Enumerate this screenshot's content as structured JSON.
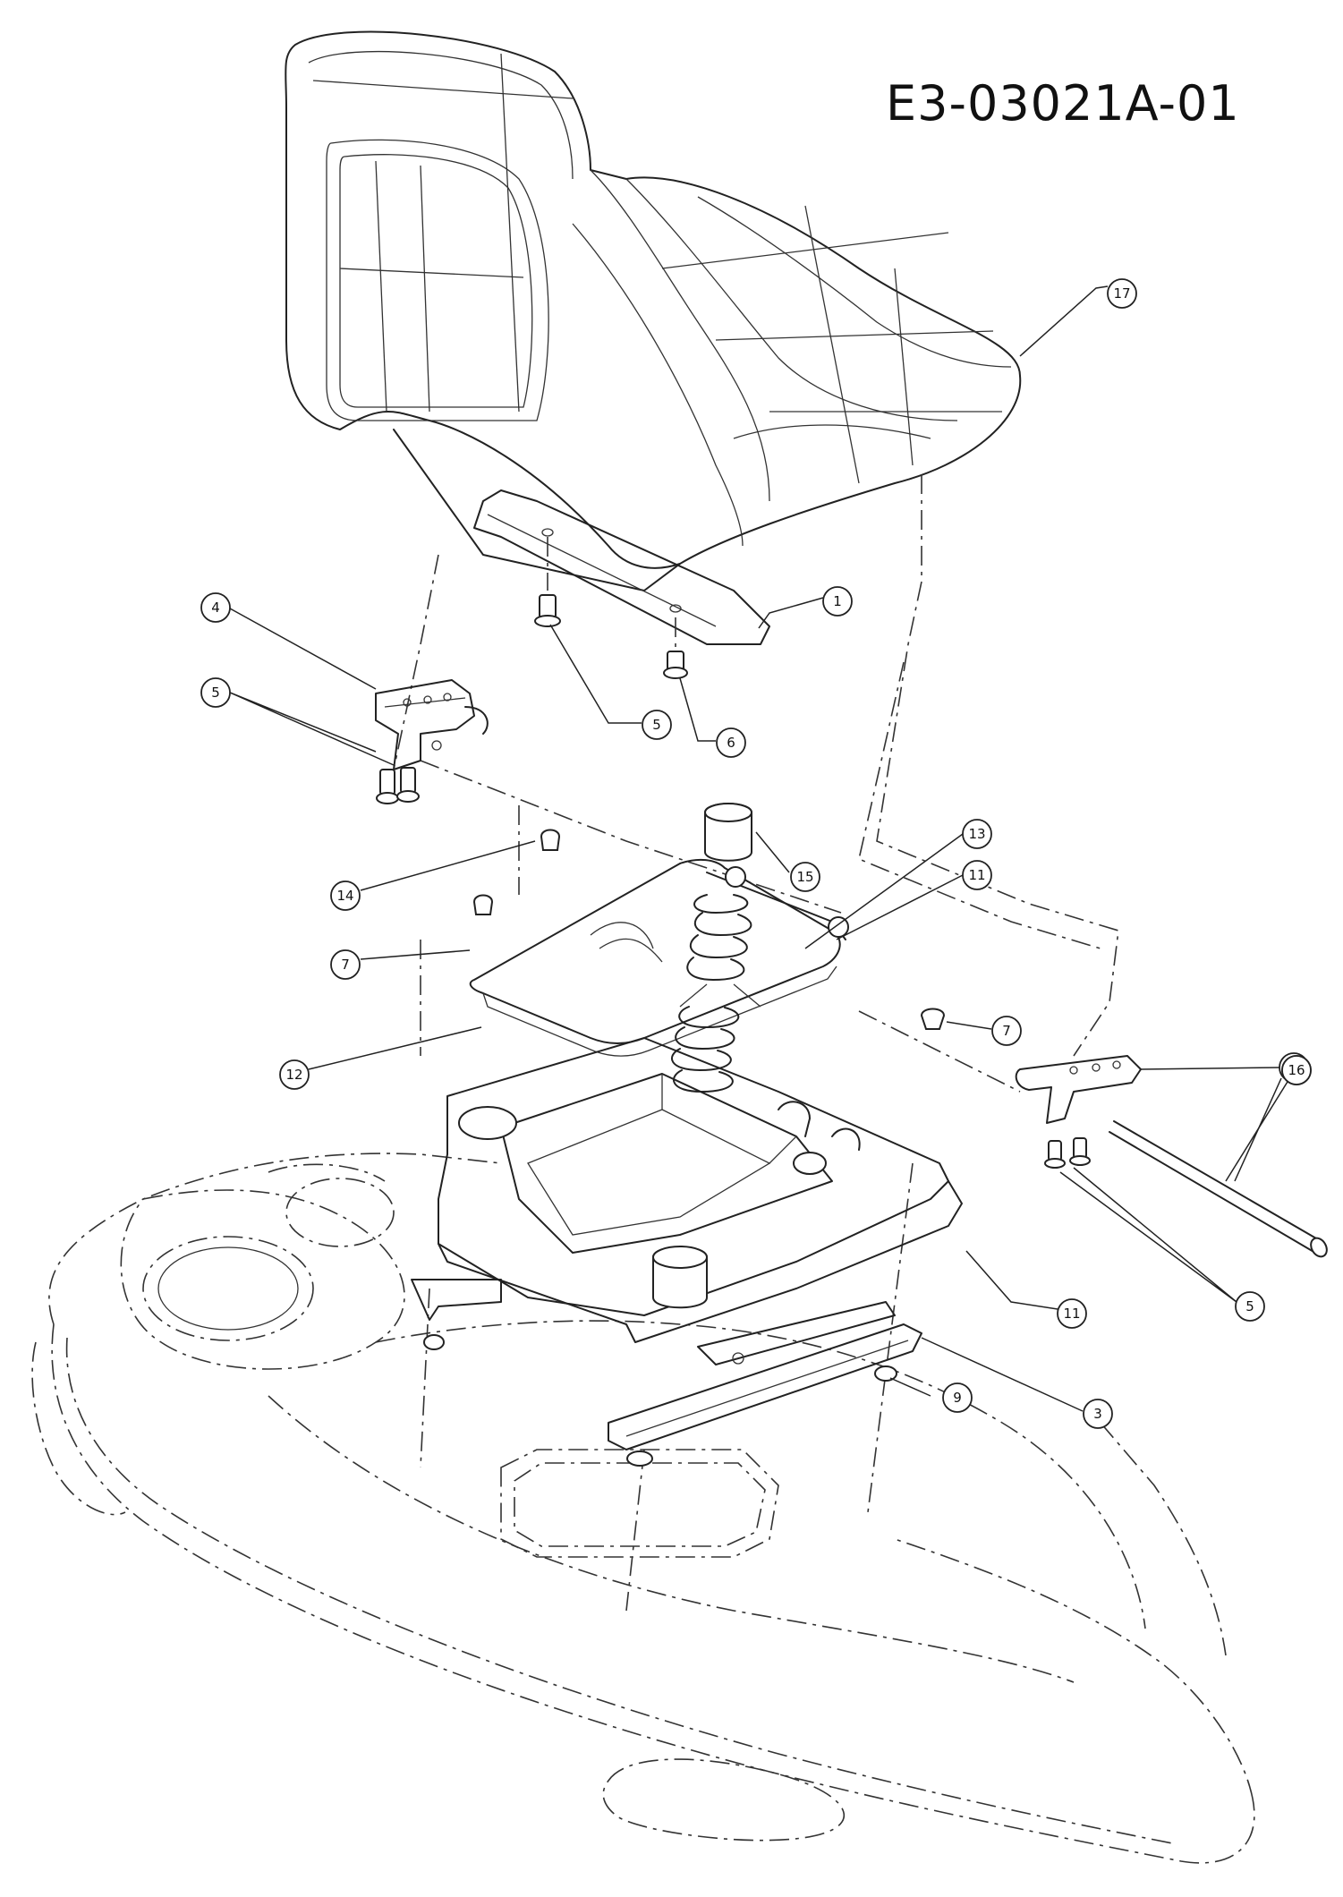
{
  "drawing_code": "E3-03021A-01",
  "callouts": [
    "17",
    "1",
    "4",
    "5",
    "5",
    "6",
    "13",
    "15",
    "14",
    "11",
    "7",
    "7",
    "12",
    "4",
    "16",
    "11",
    "5",
    "9",
    "3"
  ]
}
